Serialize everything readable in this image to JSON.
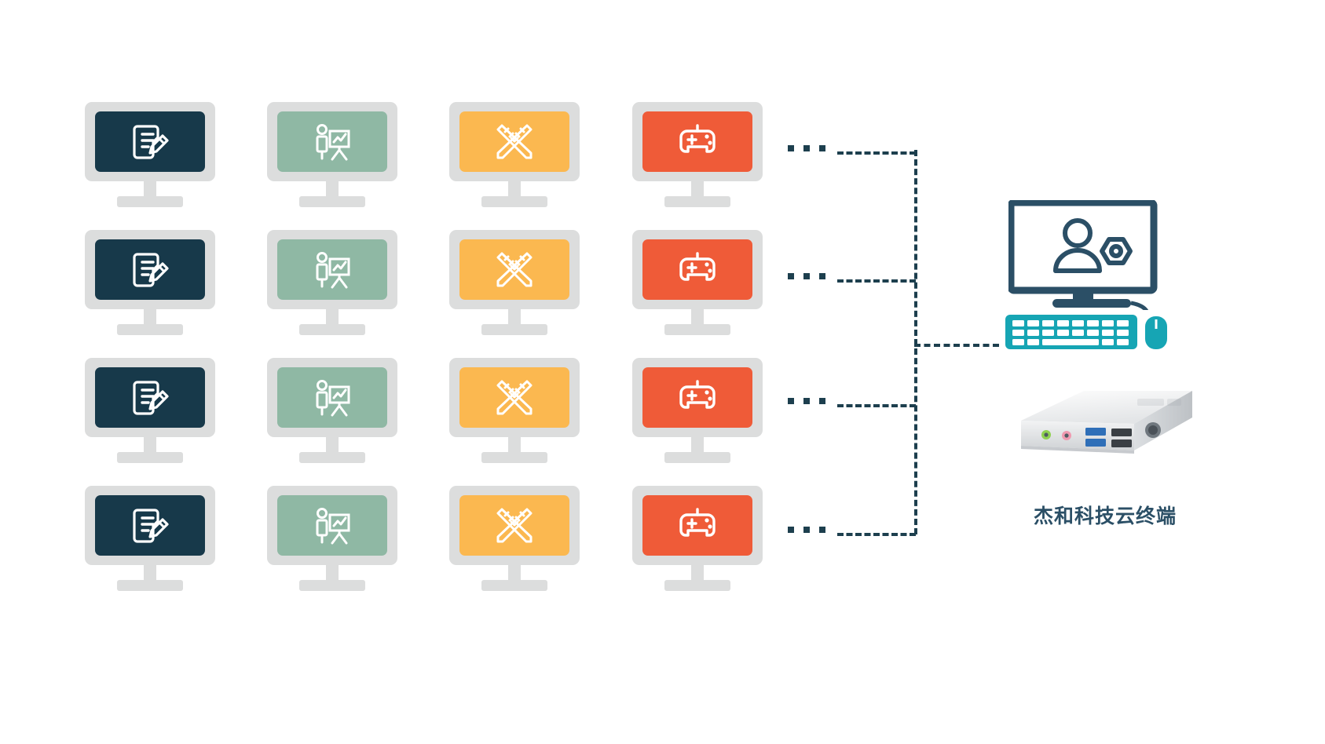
{
  "diagram": {
    "title": "杰和科技云终端",
    "type": "cloud-terminal-topology",
    "background_color": "#ffffff"
  },
  "palette": {
    "screen_document": "#17394a",
    "screen_presentation": "#8fb8a4",
    "screen_design": "#fbb850",
    "screen_game": "#ef5b38",
    "bezel": "#dcdddd",
    "line": "#1d3f4e",
    "keyboard": "#16a5b4",
    "monitor_frame": "#2b4f66",
    "label_text": "#2b4f66"
  },
  "clients": {
    "rows": 4,
    "columns": 4,
    "column_types": [
      {
        "id": "document",
        "icon": "document-edit-icon",
        "screen_color": "#17394a"
      },
      {
        "id": "presentation",
        "icon": "presenter-chart-icon",
        "screen_color": "#8fb8a4"
      },
      {
        "id": "design",
        "icon": "ruler-pencil-icon",
        "screen_color": "#fbb850"
      },
      {
        "id": "gaming",
        "icon": "gamepad-icon",
        "screen_color": "#ef5b38"
      }
    ]
  },
  "ellipsis": {
    "glyph": "...",
    "dot_count": 3,
    "count": 4
  },
  "connections": {
    "style": "dashed",
    "color": "#1d3f4e",
    "branch_count": 4,
    "has_trunk": true
  },
  "terminal": {
    "label": "杰和科技云终端",
    "monitor_icon": "user-settings-icon",
    "keyboard_icon": "keyboard-icon",
    "mouse_icon": "mouse-icon",
    "device_icon": "mini-pc-icon",
    "device_ports": [
      "audio-out-jack",
      "microphone-jack",
      "usb-port",
      "usb-port",
      "usb-port",
      "usb-port",
      "power-button"
    ]
  }
}
